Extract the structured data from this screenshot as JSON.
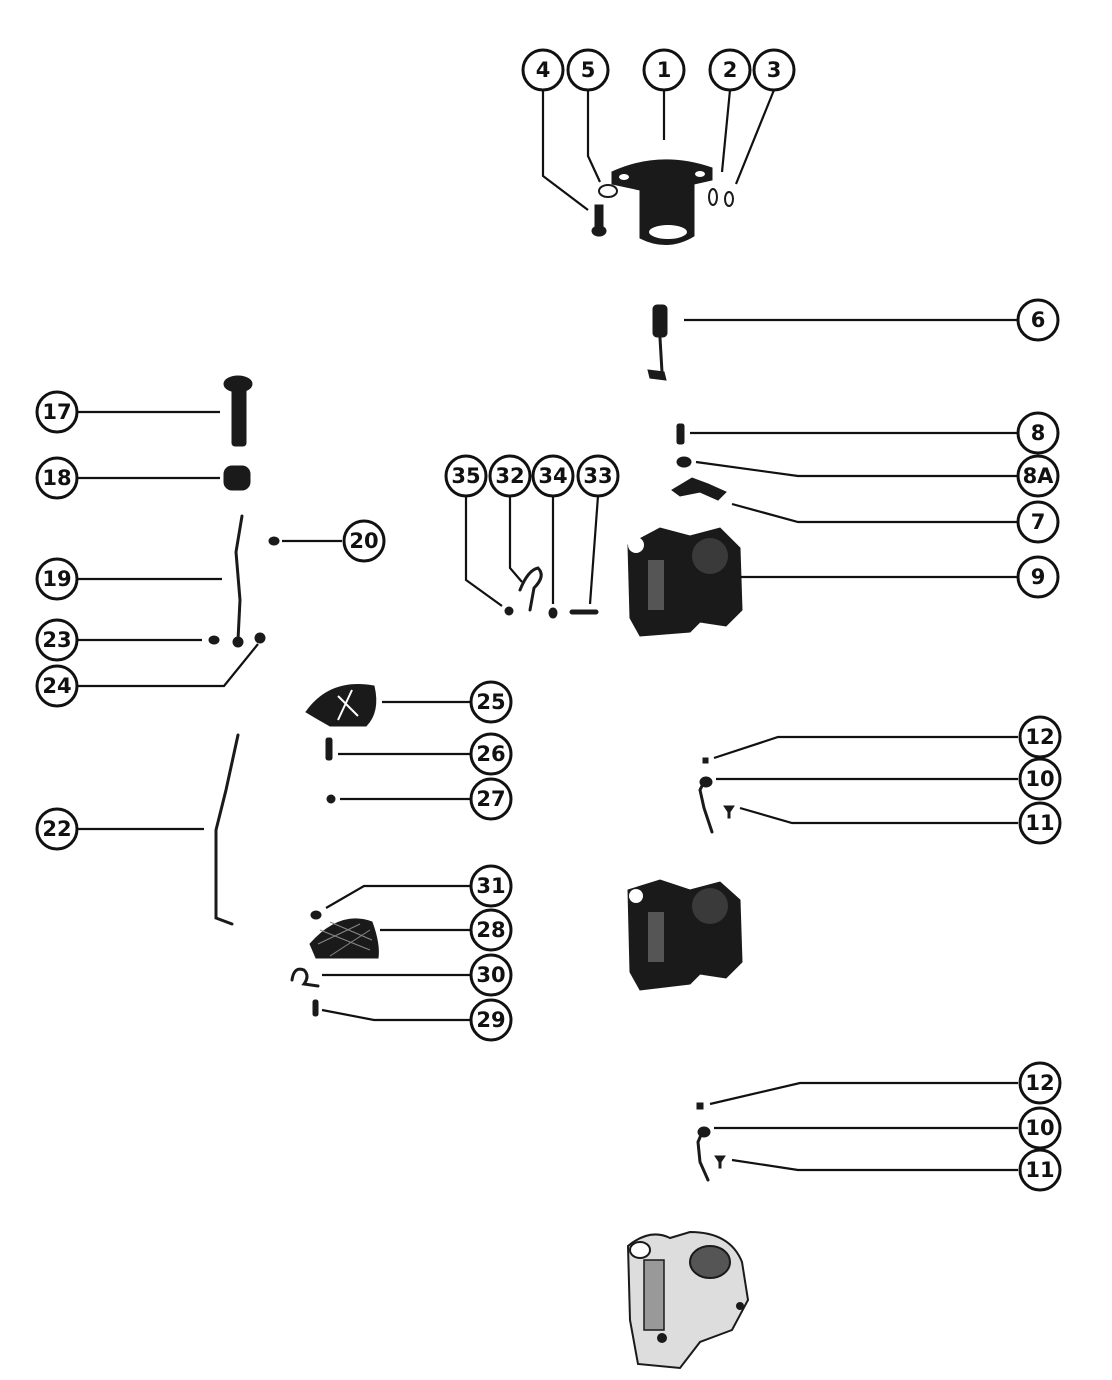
{
  "callouts": {
    "c1": "1",
    "c2": "2",
    "c3": "3",
    "c4": "4",
    "c5": "5",
    "c6": "6",
    "c7": "7",
    "c8": "8",
    "c8a": "8A",
    "c9": "9",
    "c10a": "10",
    "c11a": "11",
    "c12a": "12",
    "c10b": "10",
    "c11b": "11",
    "c12b": "12",
    "c17": "17",
    "c18": "18",
    "c19": "19",
    "c20": "20",
    "c22": "22",
    "c23": "23",
    "c24": "24",
    "c25": "25",
    "c26": "26",
    "c27": "27",
    "c28": "28",
    "c29": "29",
    "c30": "30",
    "c31": "31",
    "c32": "32",
    "c33": "33",
    "c34": "34",
    "c35": "35"
  }
}
